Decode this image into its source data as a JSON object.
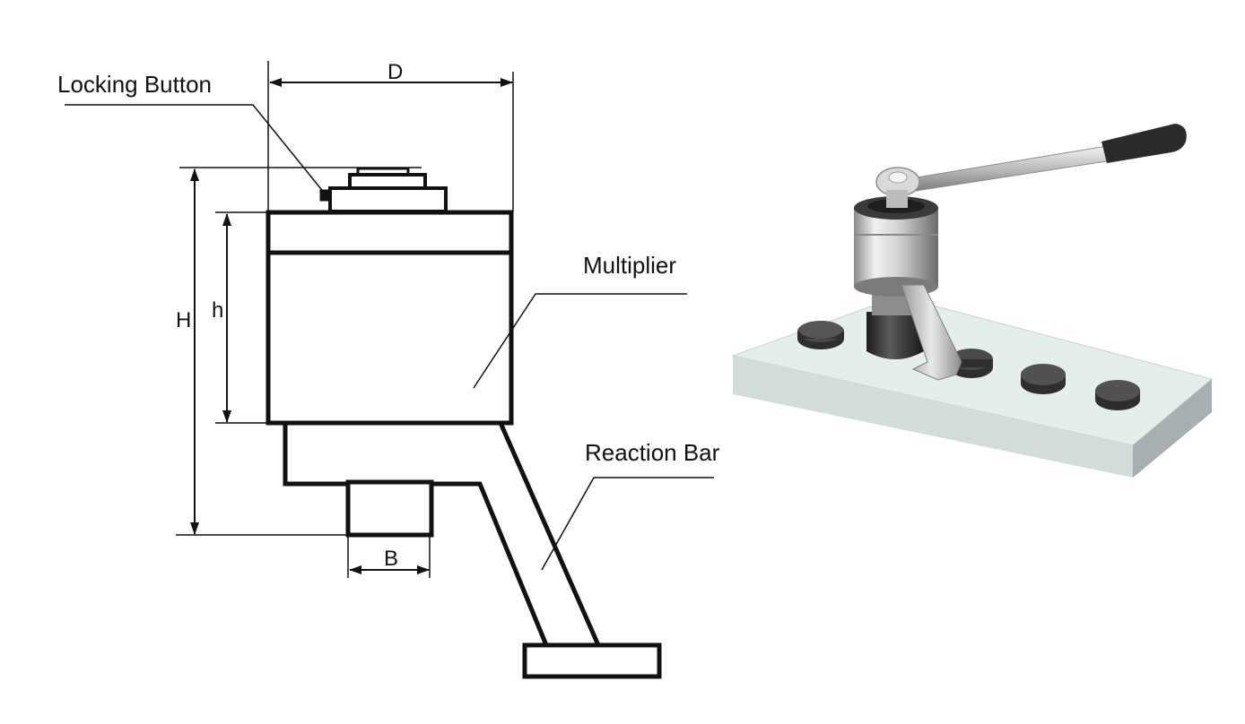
{
  "labels": {
    "locking_button": "Locking Button",
    "multiplier": "Multiplier",
    "reaction_bar": "Reaction Bar"
  },
  "dimensions": {
    "D": "D",
    "H": "H",
    "h": "h",
    "B": "B"
  },
  "colors": {
    "line": "#111111",
    "plate_top": "#e4f0ea",
    "plate_front": "#cfd8d6",
    "plate_side": "#a9b0b4",
    "metal_light": "#e6e6e6",
    "metal_dark": "#6f6f6f",
    "handle": "#2b2b2b"
  }
}
